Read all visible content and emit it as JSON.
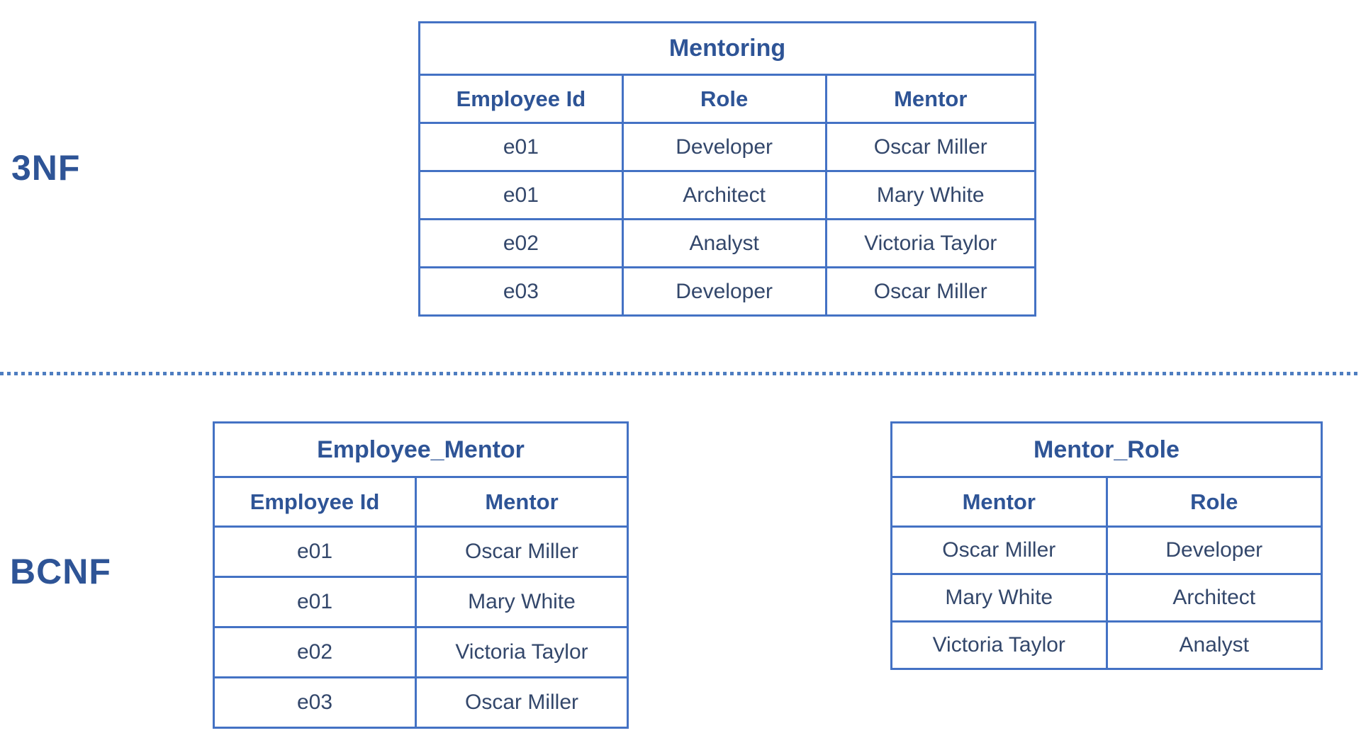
{
  "page": {
    "background": "#ffffff",
    "colors": {
      "table_border": "#4472c4",
      "heading_text": "#2e5496",
      "body_text": "#33476b",
      "divider_dots": "#4e7dc0"
    }
  },
  "sections": [
    {
      "label": "3NF"
    },
    {
      "label": "BCNF"
    }
  ],
  "tables": {
    "mentoring": {
      "title": "Mentoring",
      "headers": [
        "Employee Id",
        "Role",
        "Mentor"
      ],
      "rows": [
        [
          "e01",
          "Developer",
          "Oscar Miller"
        ],
        [
          "e01",
          "Architect",
          "Mary White"
        ],
        [
          "e02",
          "Analyst",
          "Victoria Taylor"
        ],
        [
          "e03",
          "Developer",
          "Oscar Miller"
        ]
      ]
    },
    "employee_mentor": {
      "title": "Employee_Mentor",
      "headers": [
        "Employee Id",
        "Mentor"
      ],
      "rows": [
        [
          "e01",
          "Oscar Miller"
        ],
        [
          "e01",
          "Mary White"
        ],
        [
          "e02",
          "Victoria Taylor"
        ],
        [
          "e03",
          "Oscar Miller"
        ]
      ]
    },
    "mentor_role": {
      "title": "Mentor_Role",
      "headers": [
        "Mentor",
        "Role"
      ],
      "rows": [
        [
          "Oscar Miller",
          "Developer"
        ],
        [
          "Mary White",
          "Architect"
        ],
        [
          "Victoria Taylor",
          "Analyst"
        ]
      ]
    }
  }
}
